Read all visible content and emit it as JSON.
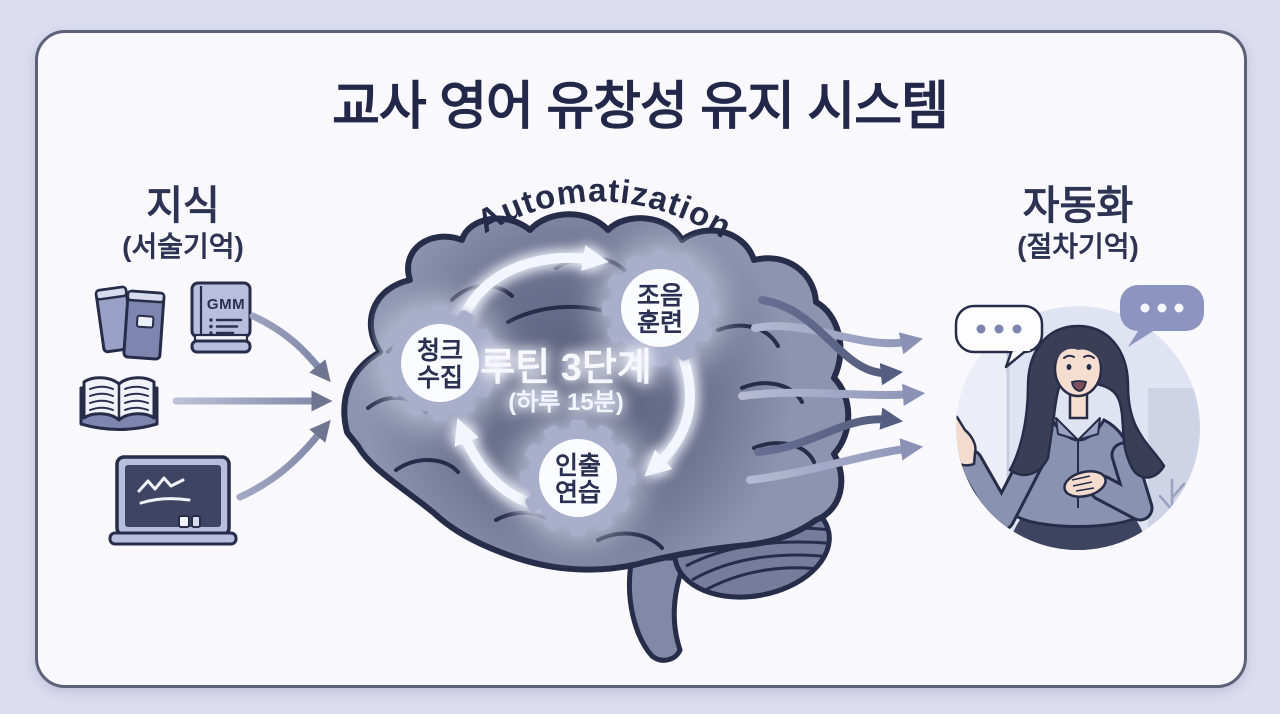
{
  "title": "교사 영어 유창성 유지 시스템",
  "knowledge": {
    "heading": "지식",
    "subheading": "(서술기억)",
    "book_cover_label": "GMM"
  },
  "automatization": {
    "arc_label": "Automatization",
    "core_title": "루틴 3단계",
    "core_subtitle": "(하루 15분)",
    "steps": [
      {
        "id": "chunk-collection",
        "line1": "청크",
        "line2": "수집"
      },
      {
        "id": "articulation-training",
        "line1": "조음",
        "line2": "훈련"
      },
      {
        "id": "retrieval-practice",
        "line1": "인출",
        "line2": "연습"
      }
    ]
  },
  "automation": {
    "heading": "자동화",
    "subheading": "(절차기억)"
  },
  "icons": {
    "stacked_books": "two-books",
    "gmm_book": "closed-book-with-list",
    "open_book": "open-book",
    "blackboard": "chalkboard-with-scribble",
    "speech_dots": "•••"
  },
  "colors": {
    "page_background": "#dcddf0",
    "card_background": "#f9f9fd",
    "card_border": "#5c6078",
    "title_text": "#23284a",
    "brain_fill": "#8e94b0",
    "brain_outline": "#272c49",
    "gear_fill": "#a9aecb",
    "cycle_arrow": "#f4f6ff",
    "flow_arrow_light": "#a9aecb",
    "flow_arrow_dark": "#5a6284",
    "speech_bubble_filled": "#8d94bf"
  }
}
